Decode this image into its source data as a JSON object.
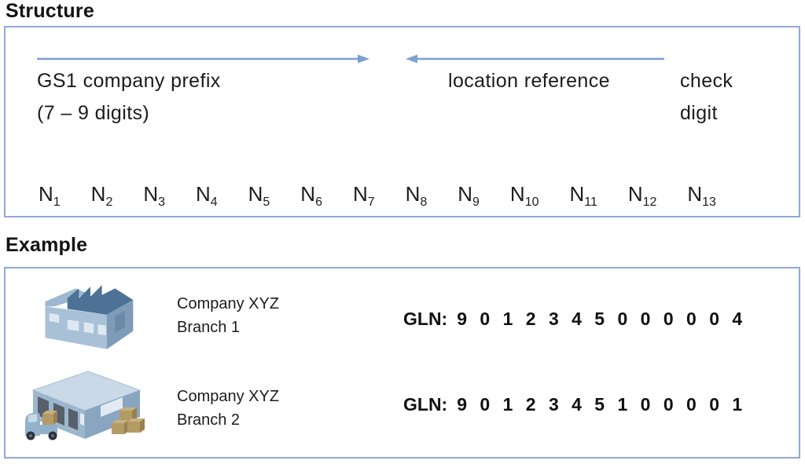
{
  "structure": {
    "title": "Structure",
    "prefix_line1": "GS1 company prefix",
    "prefix_line2": "(7 – 9 digits)",
    "location_label": "location reference",
    "check_label": "check digit",
    "n_label": "N",
    "n_subs": [
      "1",
      "2",
      "3",
      "4",
      "5",
      "6",
      "7",
      "8",
      "9",
      "10",
      "11",
      "12",
      "13"
    ]
  },
  "example": {
    "title": "Example",
    "rows": [
      {
        "icon": "factory-icon",
        "company": "Company XYZ",
        "branch": "Branch 1",
        "gln_label": "GLN:",
        "gln_digits": "9 0 1 2 3 4 5 0 0 0 0 0 4"
      },
      {
        "icon": "warehouse-truck-icon",
        "company": "Company XYZ",
        "branch": "Branch 2",
        "gln_label": "GLN:",
        "gln_digits": "9 0 1 2 3 4 5 1 0 0 0 0 1"
      }
    ]
  },
  "colors": {
    "box_border": "#8faad7",
    "arrow": "#7f9fd4",
    "text": "#1c1c1c",
    "icon_roof_dark": "#4d7296",
    "icon_wall_light": "#a8c1d7",
    "icon_wall_mid": "#7e9cba",
    "icon_box_tan": "#b49b65"
  }
}
